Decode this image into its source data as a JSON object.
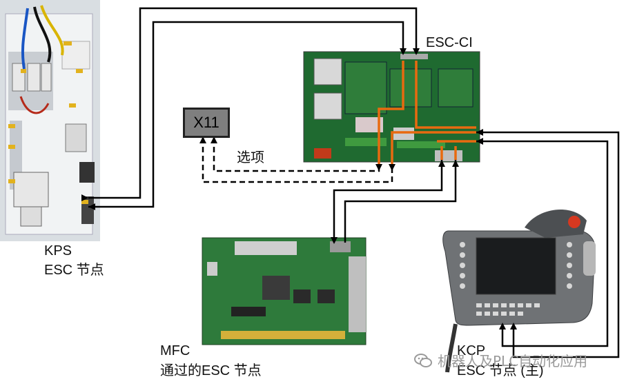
{
  "kps": {
    "title": "KPS",
    "subtitle": "ESC 节点"
  },
  "esc_ci": {
    "title": "ESC-CI"
  },
  "x11": {
    "label": "X11"
  },
  "option": {
    "label": "选项"
  },
  "mfc": {
    "title": "MFC",
    "subtitle": "通过的ESC  节点"
  },
  "kcp": {
    "title": "KCP",
    "subtitle": "ESC 节点 (主)"
  },
  "watermark": {
    "text": "机器人及PLC自动化应用",
    "icon": "wechat-icon"
  },
  "colors": {
    "wire": "#000000",
    "internal_wire": "#e86a10",
    "pcb_green": "#2f7d3a",
    "kcp_gray": "#6f7275"
  }
}
